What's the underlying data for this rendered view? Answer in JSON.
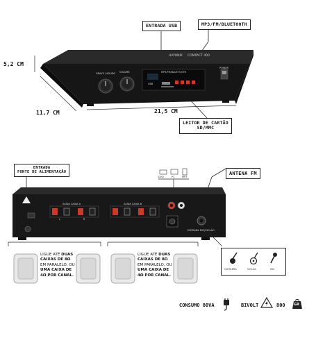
{
  "front": {
    "brand": "HAYONIK",
    "model": "COMPACT 400",
    "knob1_label": "GRAVE / AGUDO",
    "knob2_label": "VOLUME",
    "module_title": "MP3/FM/BLUETOOTH",
    "module_sub": "USB",
    "power_label": "POWER"
  },
  "labels": {
    "usb": "ENTRADA USB",
    "mp3": "MP3/FM/BLUETOOTH",
    "card": [
      "LEITOR DE CARTÃO",
      "SD/MMC"
    ],
    "input_power": [
      "ENTRADA",
      "FONTE DE ALIMENTAÇÃO"
    ],
    "antenna": "ANTENA FM"
  },
  "dimensions": {
    "height": "5,2 CM",
    "depth": "11,7 CM",
    "width": "21,5 CM"
  },
  "rear": {
    "source_icons": [
      "DVD",
      "PC",
      "MP3"
    ],
    "out_a": "SAÍDA CAIXA A",
    "out_b": "SAÍDA CAIXA B",
    "channel_l": "L",
    "channel_r": "R",
    "mic_label": "ENTRADA MIC/VIOLÃO"
  },
  "inputs": [
    "GUITARRA",
    "VIOLÃO",
    "MIC"
  ],
  "speaker_text": {
    "pre": "LIGUE ATÉ",
    "strong1": "DUAS CAIXAS DE 8Ω",
    "mid": "EM PARALELO, OU",
    "strong2": "UMA CAIXA DE 4Ω POR CANAL."
  },
  "footer": {
    "consumo": "CONSUMO 80VA",
    "bivolt": "BIVOLT",
    "weight": "800",
    "weight_unit": "GR"
  },
  "colors": {
    "chassis": "#151515",
    "accent_red": "#c83a2a",
    "accent_blue": "#2a6fd6"
  }
}
